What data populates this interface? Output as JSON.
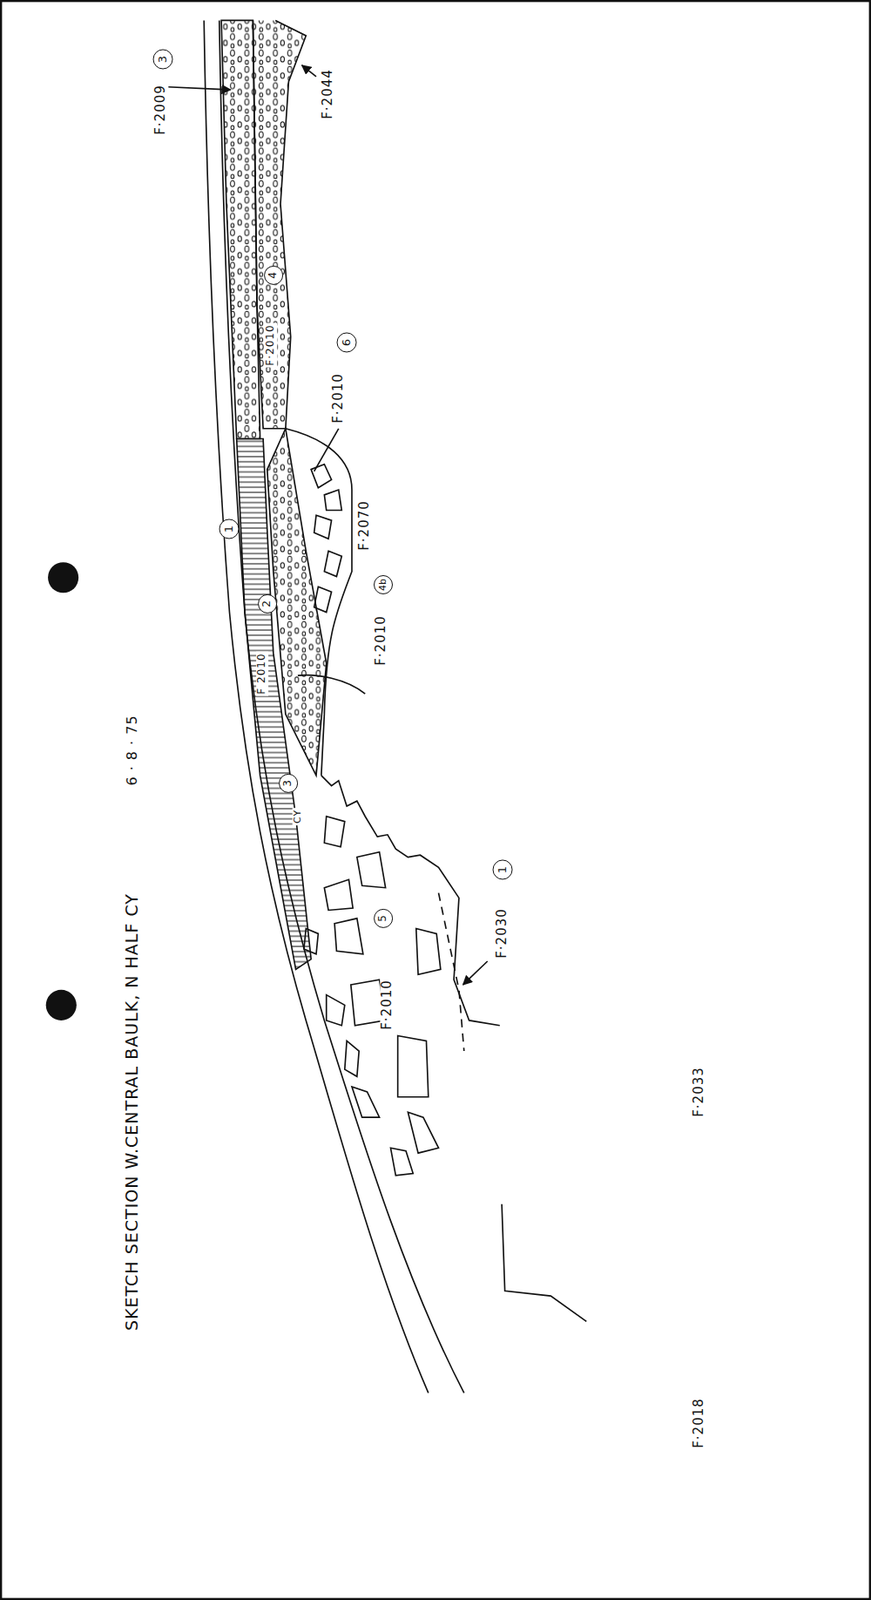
{
  "diagram": {
    "title": "SKETCH SECTION W.CENTRAL BAULK, N HALF CY",
    "labels": [
      "6 · 8 · 75",
      "F·2009",
      "3",
      "F·2044",
      "4",
      "F·2010",
      "6",
      "F·2010",
      "1",
      "F·2070",
      "2",
      "4b",
      "F 2010",
      "F·2010",
      "3",
      "CY",
      "5",
      "F·2010",
      "F·2030",
      "1",
      "F·2033",
      "F·2018"
    ]
  }
}
